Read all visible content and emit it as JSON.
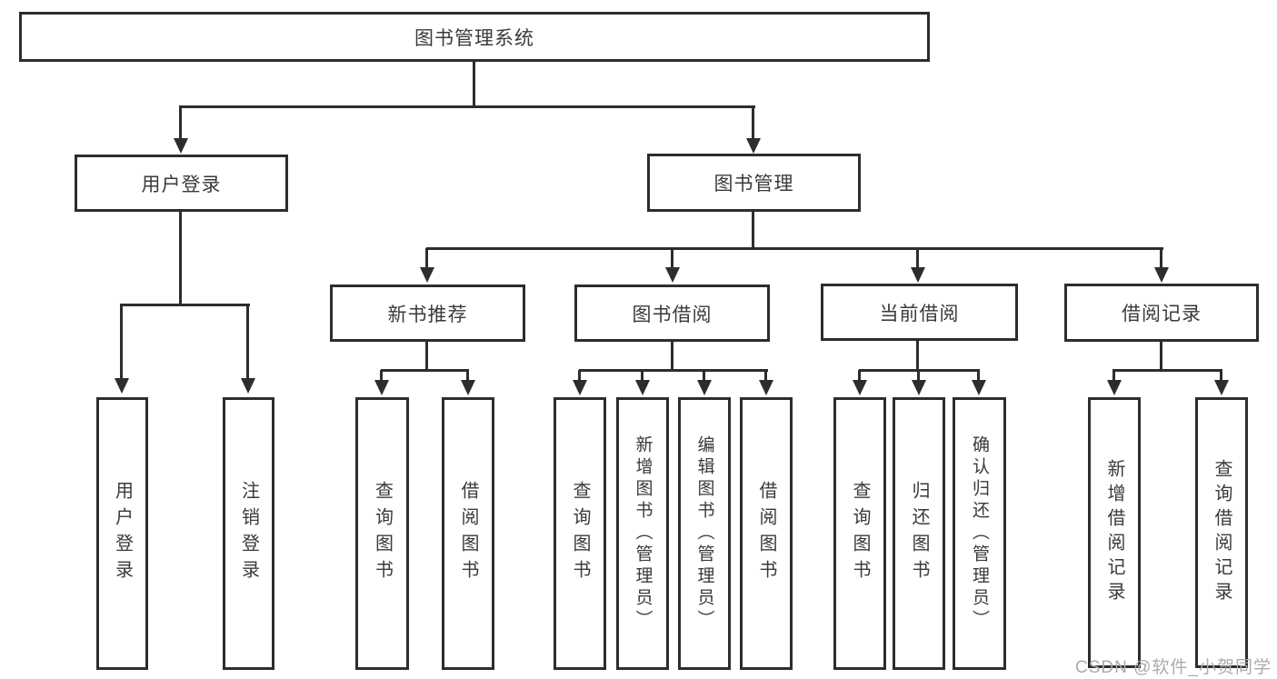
{
  "tree": {
    "root": {
      "label": "图书管理系统"
    },
    "level2": [
      {
        "label": "用户登录"
      },
      {
        "label": "图书管理"
      }
    ],
    "level3": [
      {
        "label": "新书推荐"
      },
      {
        "label": "图书借阅"
      },
      {
        "label": "当前借阅"
      },
      {
        "label": "借阅记录"
      }
    ],
    "leaves": {
      "user_login": {
        "label": "用户登录"
      },
      "logout": {
        "label": "注销登录"
      },
      "nbr_query_books": {
        "label": "查询图书"
      },
      "nbr_borrow_books": {
        "label": "借阅图书"
      },
      "bb_query_books": {
        "label": "查询图书"
      },
      "bb_add_books_admin": {
        "label": "新增图书（管理员）"
      },
      "bb_edit_books_admin": {
        "label": "编辑图书（管理员）"
      },
      "bb_borrow_books": {
        "label": "借阅图书"
      },
      "cb_query_books": {
        "label": "查询图书"
      },
      "cb_return_books": {
        "label": "归还图书"
      },
      "cb_confirm_return_admin": {
        "label": "确认归还（管理员）"
      },
      "br_add_record": {
        "label": "新增借阅记录"
      },
      "br_query_record": {
        "label": "查询借阅记录"
      }
    }
  },
  "watermark": {
    "text": "CSDN @软件_小贺同学"
  },
  "colors": {
    "line": "#2d2d2d",
    "text": "#3a3a3a",
    "background": "#ffffff",
    "watermark": "#ababab"
  }
}
